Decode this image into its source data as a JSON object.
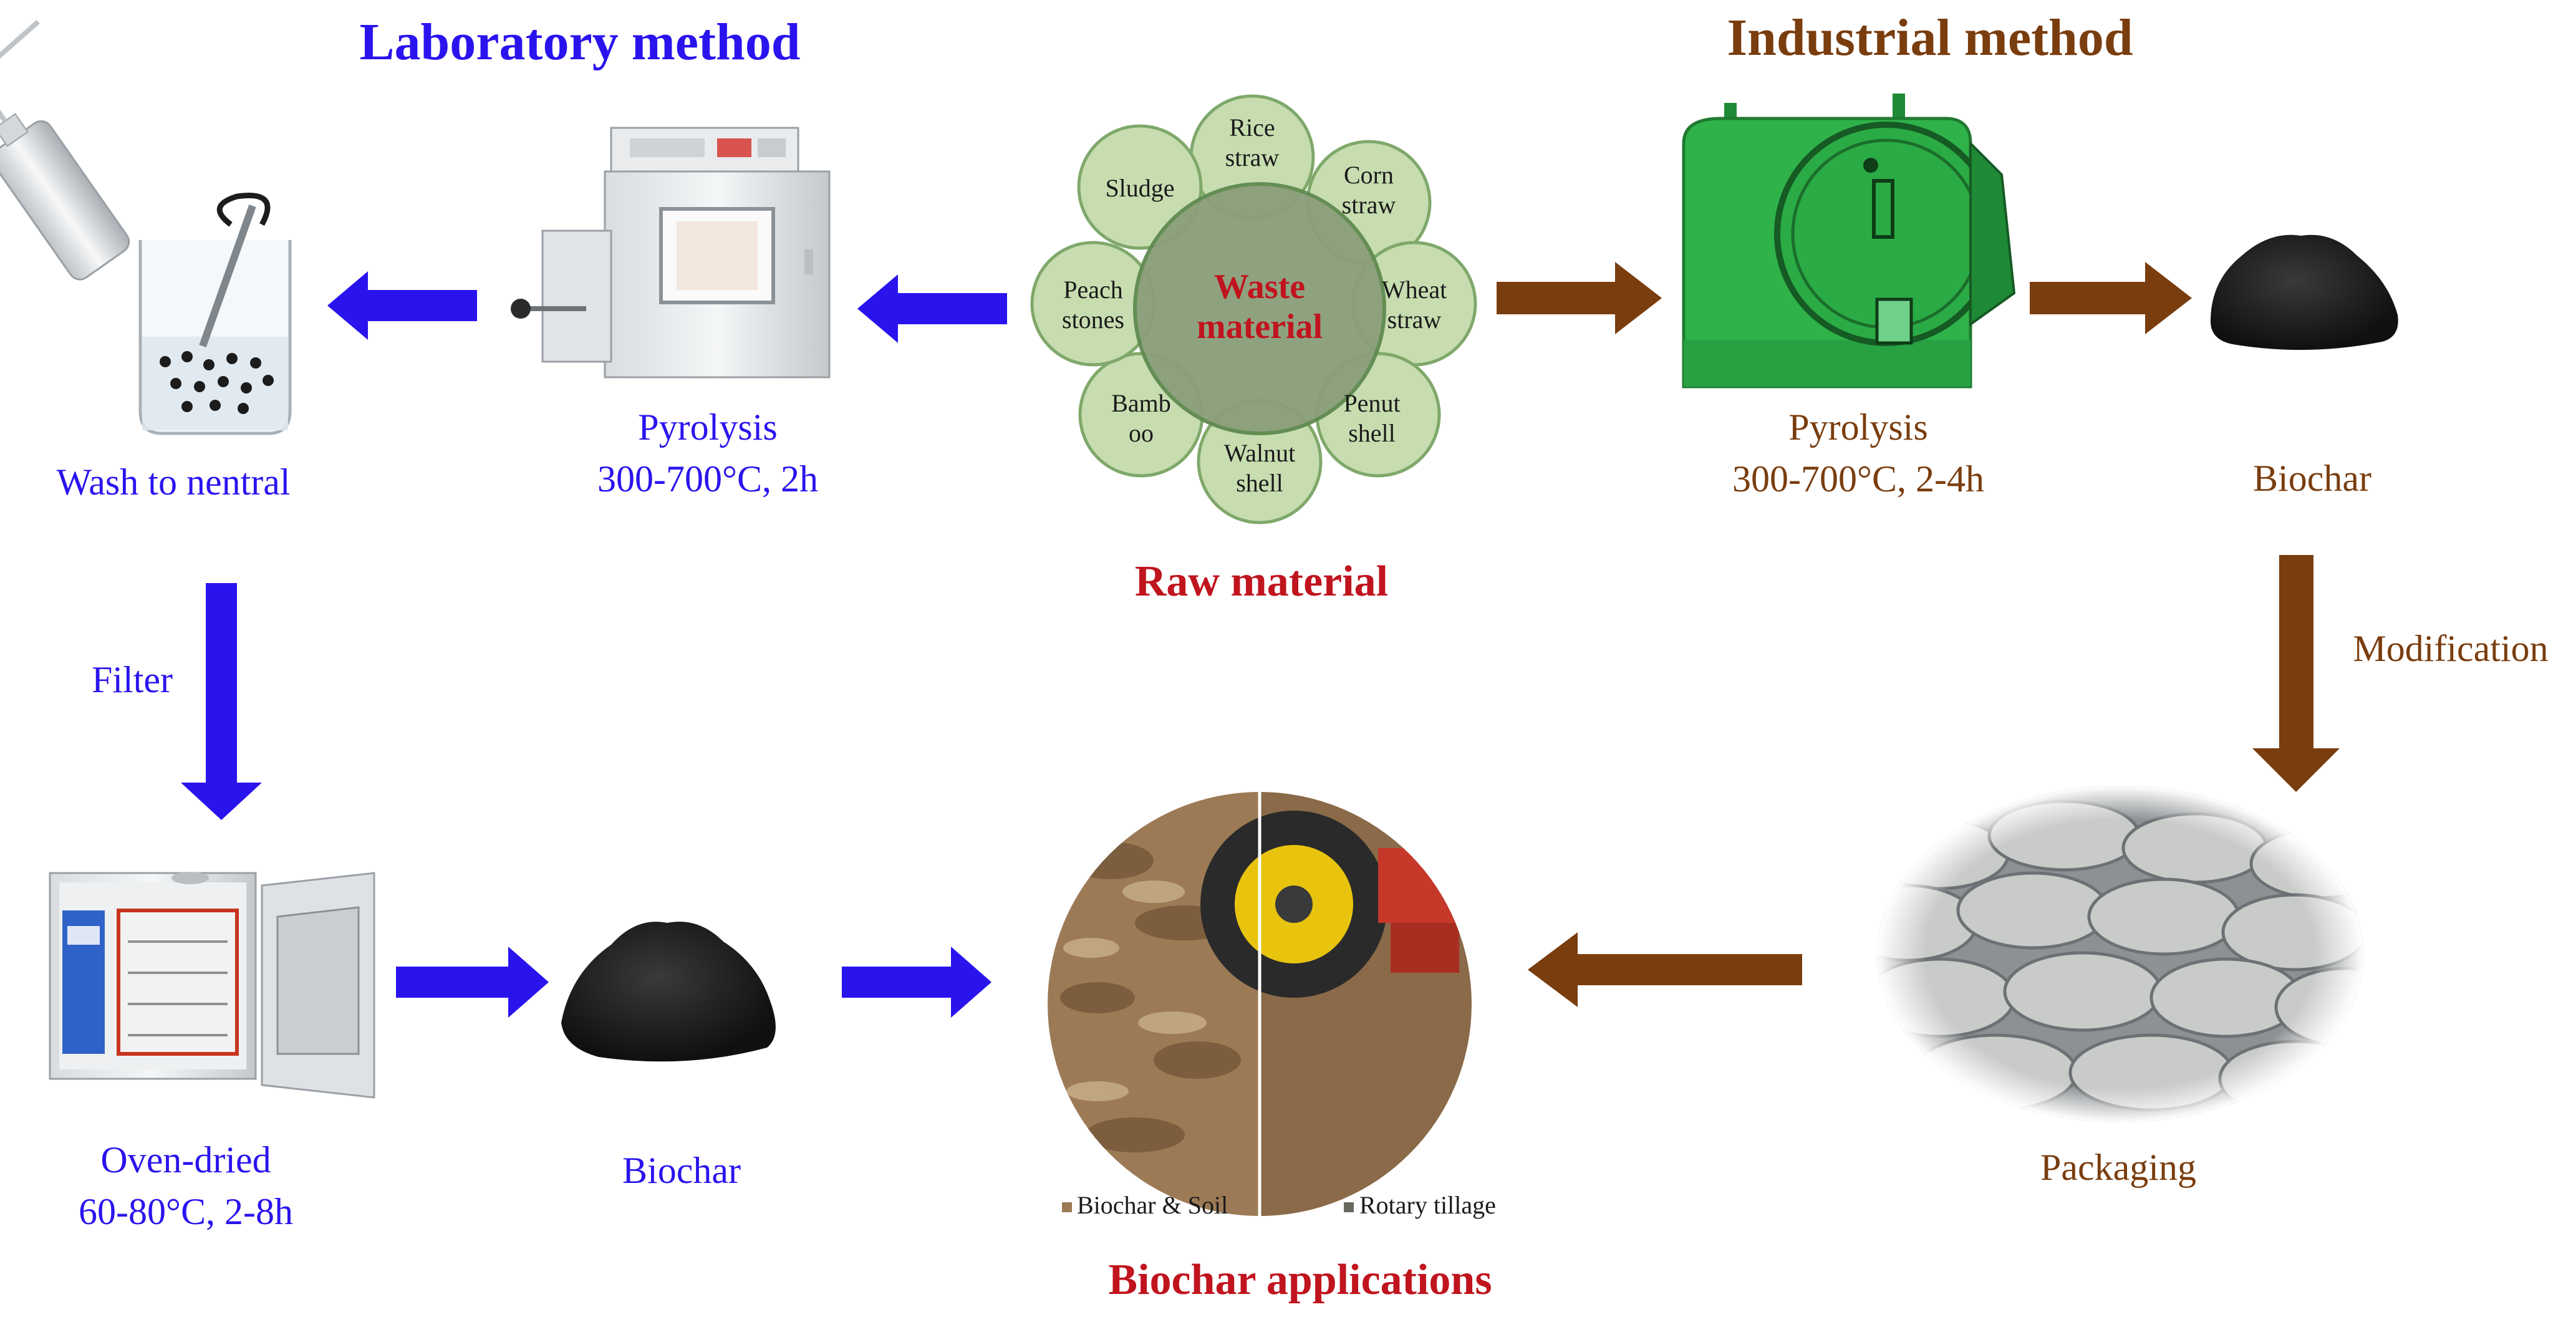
{
  "colors": {
    "lab_blue": "#2a14ee",
    "industrial_brown": "#7a3d0e",
    "raw_red": "#c0141e",
    "petal_fill": "#c7ddb0",
    "petal_stroke": "#7fa86a",
    "center_fill": "#8a9e7a",
    "center_stroke": "#5f8a4f",
    "machine_green": "#2fb24a"
  },
  "headings": {
    "laboratory": "Laboratory method",
    "industrial": "Industrial method",
    "raw_material": "Raw material",
    "applications": "Biochar applications"
  },
  "raw_material": {
    "center_line1": "Waste",
    "center_line2": "material",
    "petals": [
      {
        "line1": "Rice",
        "line2": "straw"
      },
      {
        "line1": "Corn",
        "line2": "straw"
      },
      {
        "line1": "Wheat",
        "line2": "straw"
      },
      {
        "line1": "Penut",
        "line2": "shell"
      },
      {
        "line1": "Walnut",
        "line2": "shell"
      },
      {
        "line1": "Bamb",
        "line2": "oo"
      },
      {
        "line1": "Peach",
        "line2": "stones"
      },
      {
        "line1": "Sludge",
        "line2": ""
      }
    ]
  },
  "laboratory": {
    "pyrolysis_line1": "Pyrolysis",
    "pyrolysis_line2": "300-700°C, 2h",
    "wash_label": "Wash to nentral",
    "filter_label": "Filter",
    "oven_line1": "Oven-dried",
    "oven_line2": "60-80°C, 2-8h",
    "biochar_label": "Biochar"
  },
  "industrial": {
    "pyrolysis_line1": "Pyrolysis",
    "pyrolysis_line2": "300-700°C, 2-4h",
    "biochar_label": "Biochar",
    "modification_label": "Modification",
    "packaging_label": "Packaging"
  },
  "applications": {
    "legend_left": "Biochar & Soil",
    "legend_right": "Rotary tillage"
  }
}
